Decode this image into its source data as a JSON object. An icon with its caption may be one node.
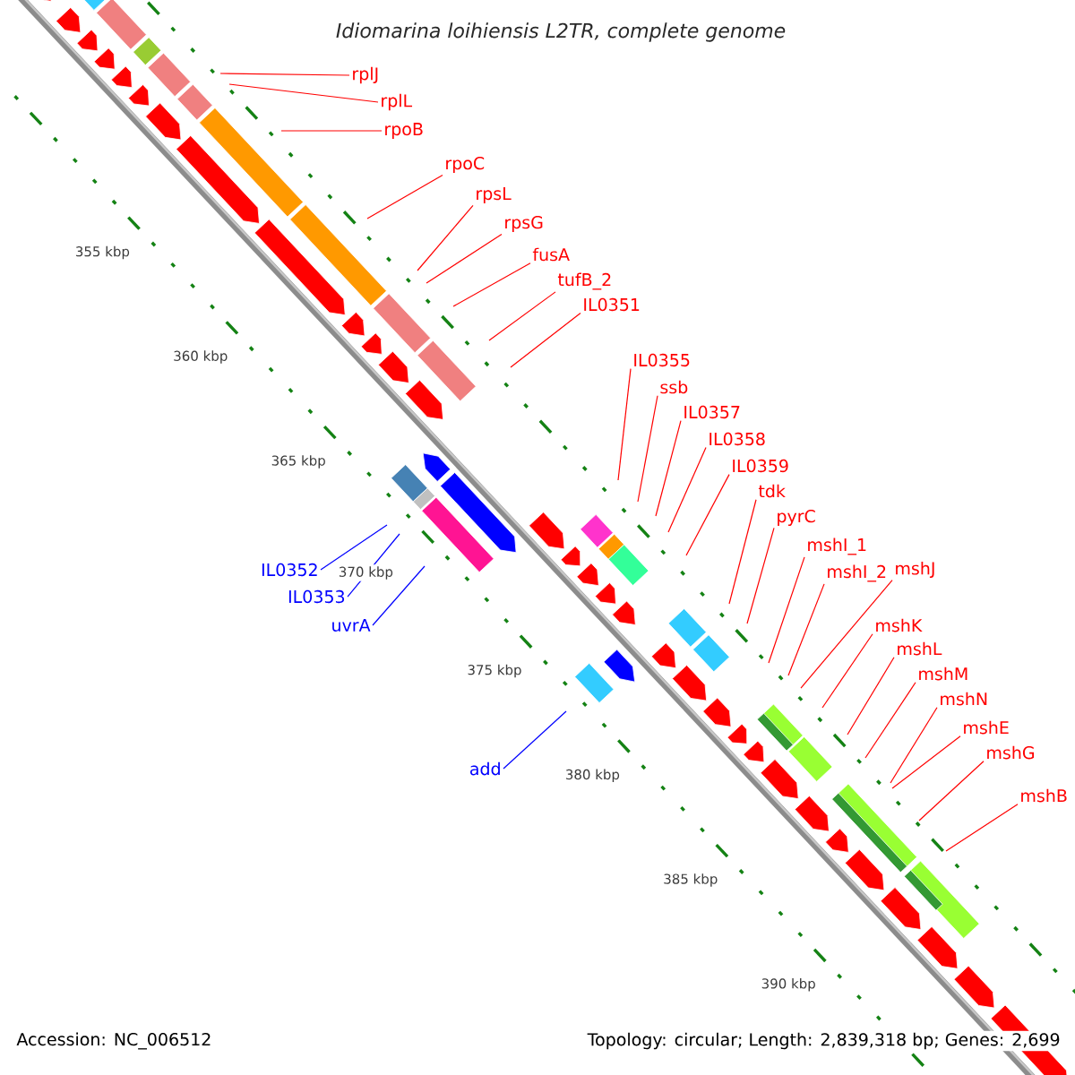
{
  "diagram": {
    "title": "Idiomarina loihiensis L2TR, complete genome",
    "nodes": [
      {
        "text": [
          "rplJ"
        ]
      },
      {
        "text": [
          "rplL"
        ]
      },
      {
        "text": [
          "rpoB"
        ]
      },
      {
        "text": [
          "rpoC"
        ]
      },
      {
        "text": [
          "rpsL"
        ]
      },
      {
        "text": [
          "rpsG"
        ]
      },
      {
        "text": [
          "fusA"
        ]
      },
      {
        "text": [
          "tufB_2"
        ]
      },
      {
        "text": [
          "IL0351"
        ]
      },
      {
        "text": [
          "IL0355"
        ]
      },
      {
        "text": [
          "ssb"
        ]
      },
      {
        "text": [
          "IL0357"
        ]
      },
      {
        "text": [
          "IL0358"
        ]
      },
      {
        "text": [
          "IL0359"
        ]
      },
      {
        "text": [
          "tdk"
        ]
      },
      {
        "text": [
          "pyrC"
        ]
      },
      {
        "text": [
          "mshI_1"
        ]
      },
      {
        "text": [
          "mshI_2"
        ]
      },
      {
        "text": [
          "mshJ"
        ]
      },
      {
        "text": [
          "mshK"
        ]
      },
      {
        "text": [
          "mshL"
        ]
      },
      {
        "text": [
          "mshM"
        ]
      },
      {
        "text": [
          "mshN"
        ]
      },
      {
        "text": [
          "mshE"
        ]
      },
      {
        "text": [
          "mshG"
        ]
      },
      {
        "text": [
          "mshB"
        ]
      },
      {
        "text": [
          "IL0352"
        ]
      },
      {
        "text": [
          "IL0353"
        ]
      },
      {
        "text": [
          "uvrA"
        ]
      },
      {
        "text": [
          "add"
        ]
      }
    ],
    "edges": [
      {
        "from": 0,
        "to": null,
        "arrow": "none"
      },
      {
        "from": 1,
        "to": null,
        "arrow": "none"
      },
      {
        "from": 2,
        "to": null,
        "arrow": "none"
      },
      {
        "from": 3,
        "to": null,
        "arrow": "none"
      },
      {
        "from": 4,
        "to": null,
        "arrow": "none"
      },
      {
        "from": 5,
        "to": null,
        "arrow": "none"
      },
      {
        "from": 6,
        "to": null,
        "arrow": "none"
      },
      {
        "from": 7,
        "to": null,
        "arrow": "none"
      },
      {
        "from": 8,
        "to": null,
        "arrow": "none"
      },
      {
        "from": 9,
        "to": null,
        "arrow": "none"
      },
      {
        "from": 10,
        "to": null,
        "arrow": "none"
      },
      {
        "from": 11,
        "to": null,
        "arrow": "none"
      },
      {
        "from": 12,
        "to": null,
        "arrow": "none"
      },
      {
        "from": 13,
        "to": null,
        "arrow": "none"
      },
      {
        "from": 14,
        "to": null,
        "arrow": "none"
      },
      {
        "from": 15,
        "to": null,
        "arrow": "none"
      },
      {
        "from": 16,
        "to": null,
        "arrow": "none"
      },
      {
        "from": 17,
        "to": null,
        "arrow": "none"
      },
      {
        "from": 18,
        "to": null,
        "arrow": "none"
      },
      {
        "from": 19,
        "to": null,
        "arrow": "none"
      },
      {
        "from": 20,
        "to": null,
        "arrow": "none"
      },
      {
        "from": 21,
        "to": null,
        "arrow": "none"
      },
      {
        "from": 22,
        "to": null,
        "arrow": "none"
      },
      {
        "from": 23,
        "to": null,
        "arrow": "none"
      },
      {
        "from": 24,
        "to": null,
        "arrow": "none"
      },
      {
        "from": 25,
        "to": null,
        "arrow": "none"
      },
      {
        "from": 26,
        "to": null,
        "arrow": "none",
        "color": "#0000ff"
      },
      {
        "from": 27,
        "to": null,
        "arrow": "none",
        "color": "#0000ff"
      },
      {
        "from": 28,
        "to": null,
        "arrow": "none",
        "color": "#0000ff"
      },
      {
        "from": 29,
        "to": null,
        "arrow": "none",
        "color": "#0000ff"
      }
    ],
    "labels": [
      "355 kbp",
      "360 kbp",
      "365 kbp",
      "370 kbp",
      "375 kbp",
      "380 kbp",
      "385 kbp",
      "390 kbp",
      "Accession: NC_006512",
      "Topology: circular; Length: 2,839,318 bp; Genes: 2,699"
    ]
  }
}
